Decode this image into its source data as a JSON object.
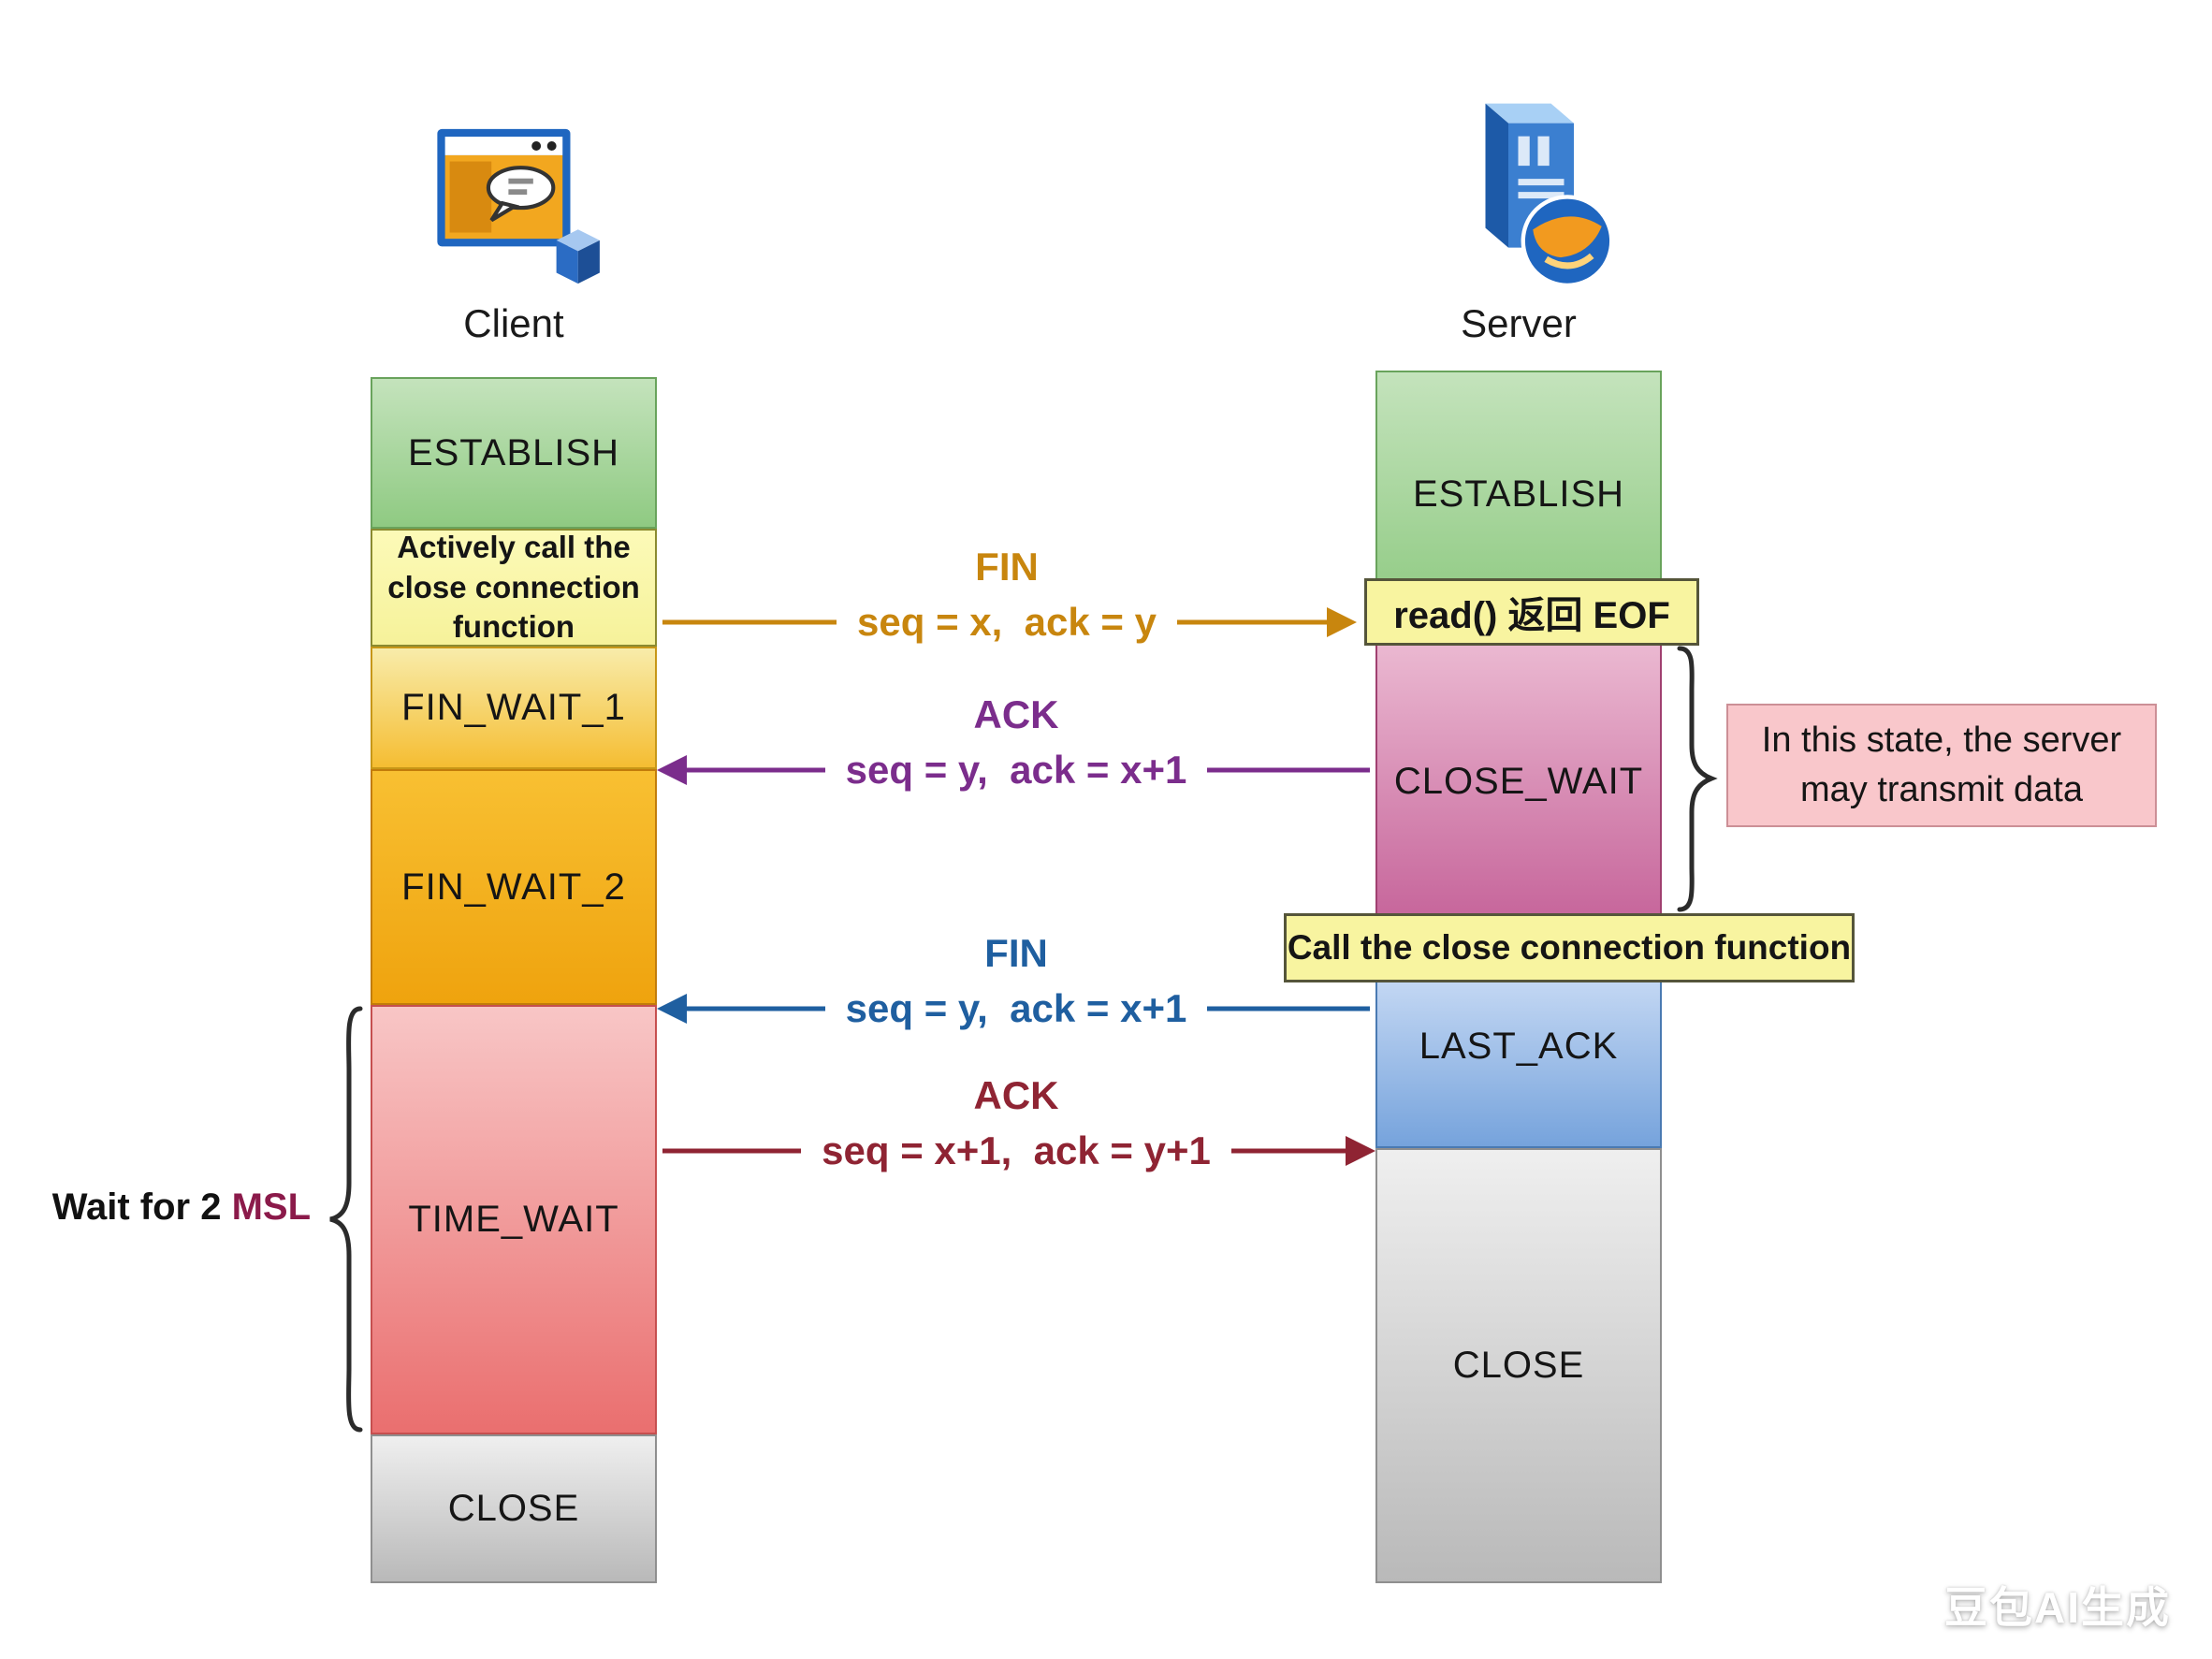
{
  "client": {
    "title": "Client",
    "states": {
      "establish": "ESTABLISH",
      "fin_wait_1": "FIN_WAIT_1",
      "fin_wait_2": "FIN_WAIT_2",
      "time_wait": "TIME_WAIT",
      "close": "CLOSE"
    },
    "note_active_close": "Actively call the close connection function"
  },
  "server": {
    "title": "Server",
    "states": {
      "establish": "ESTABLISH",
      "close_wait": "CLOSE_WAIT",
      "last_ack": "LAST_ACK",
      "close": "CLOSE"
    },
    "note_read_eof": "read() 返回 EOF",
    "note_close_call": "Call the close connection function"
  },
  "messages": {
    "fin1": {
      "name": "FIN",
      "detail": "seq = x,  ack = y",
      "from": "client",
      "to": "server",
      "color": "#c8860e"
    },
    "ack1": {
      "name": "ACK",
      "detail": "seq = y,  ack = x+1",
      "from": "server",
      "to": "client",
      "color": "#7b2d8c"
    },
    "fin2": {
      "name": "FIN",
      "detail": "seq = y,  ack = x+1",
      "from": "server",
      "to": "client",
      "color": "#1f5fa0"
    },
    "ack2": {
      "name": "ACK",
      "detail": "seq = x+1,  ack = y+1",
      "from": "client",
      "to": "server",
      "color": "#8f2433"
    }
  },
  "annotations": {
    "wait_2msl_prefix": "Wait for 2 ",
    "wait_2msl_highlight": "MSL",
    "close_wait_note": "In this state, the server may transmit data"
  },
  "watermark": "豆包AI生成"
}
